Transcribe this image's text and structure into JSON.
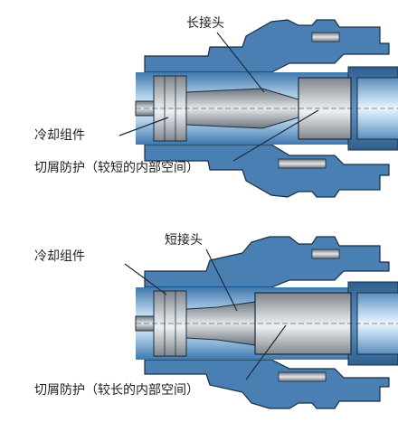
{
  "top_figure": {
    "label_connector": "长接头",
    "label_cooling": "冷却组件",
    "label_chip": "切屑防护（较短的内部空间）"
  },
  "bottom_figure": {
    "label_connector": "短接头",
    "label_cooling": "冷却组件",
    "label_chip": "切屑防护（较长的内部空间）"
  },
  "colors": {
    "steel_dark": "#2e5f8f",
    "steel_mid": "#5f95c6",
    "steel_light": "#a9cbe8",
    "highlight": "#eaf3fb",
    "part_grey": "#9ea3a8",
    "part_grey_light": "#d6d9dc",
    "line": "#1b2d40"
  }
}
